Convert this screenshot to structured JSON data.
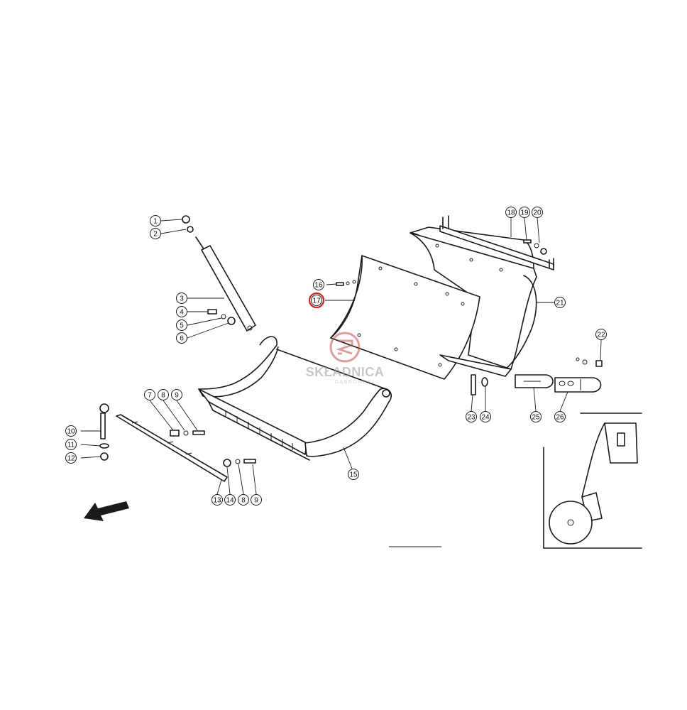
{
  "watermark": {
    "brand": "SKŁADNICA",
    "sub": "DĄBROWSKI",
    "color": "#c0504d"
  },
  "highlight_color": "#cc2222",
  "callouts": [
    {
      "id": "c1",
      "label": "1"
    },
    {
      "id": "c2",
      "label": "2"
    },
    {
      "id": "c3",
      "label": "3"
    },
    {
      "id": "c4",
      "label": "4"
    },
    {
      "id": "c5",
      "label": "5"
    },
    {
      "id": "c6",
      "label": "6"
    },
    {
      "id": "c7",
      "label": "7"
    },
    {
      "id": "c8a",
      "label": "8"
    },
    {
      "id": "c9a",
      "label": "9"
    },
    {
      "id": "c10",
      "label": "10"
    },
    {
      "id": "c11",
      "label": "11"
    },
    {
      "id": "c12",
      "label": "12"
    },
    {
      "id": "c13",
      "label": "13"
    },
    {
      "id": "c14",
      "label": "14"
    },
    {
      "id": "c8b",
      "label": "8"
    },
    {
      "id": "c9b",
      "label": "9"
    },
    {
      "id": "c15",
      "label": "15"
    },
    {
      "id": "c16",
      "label": "16"
    },
    {
      "id": "c17",
      "label": "17",
      "highlighted": true
    },
    {
      "id": "c18",
      "label": "18"
    },
    {
      "id": "c19",
      "label": "19"
    },
    {
      "id": "c20",
      "label": "20"
    },
    {
      "id": "c21",
      "label": "21"
    },
    {
      "id": "c22",
      "label": "22"
    },
    {
      "id": "c23",
      "label": "23"
    },
    {
      "id": "c24",
      "label": "24"
    },
    {
      "id": "c25",
      "label": "25"
    },
    {
      "id": "c26",
      "label": "26"
    }
  ]
}
